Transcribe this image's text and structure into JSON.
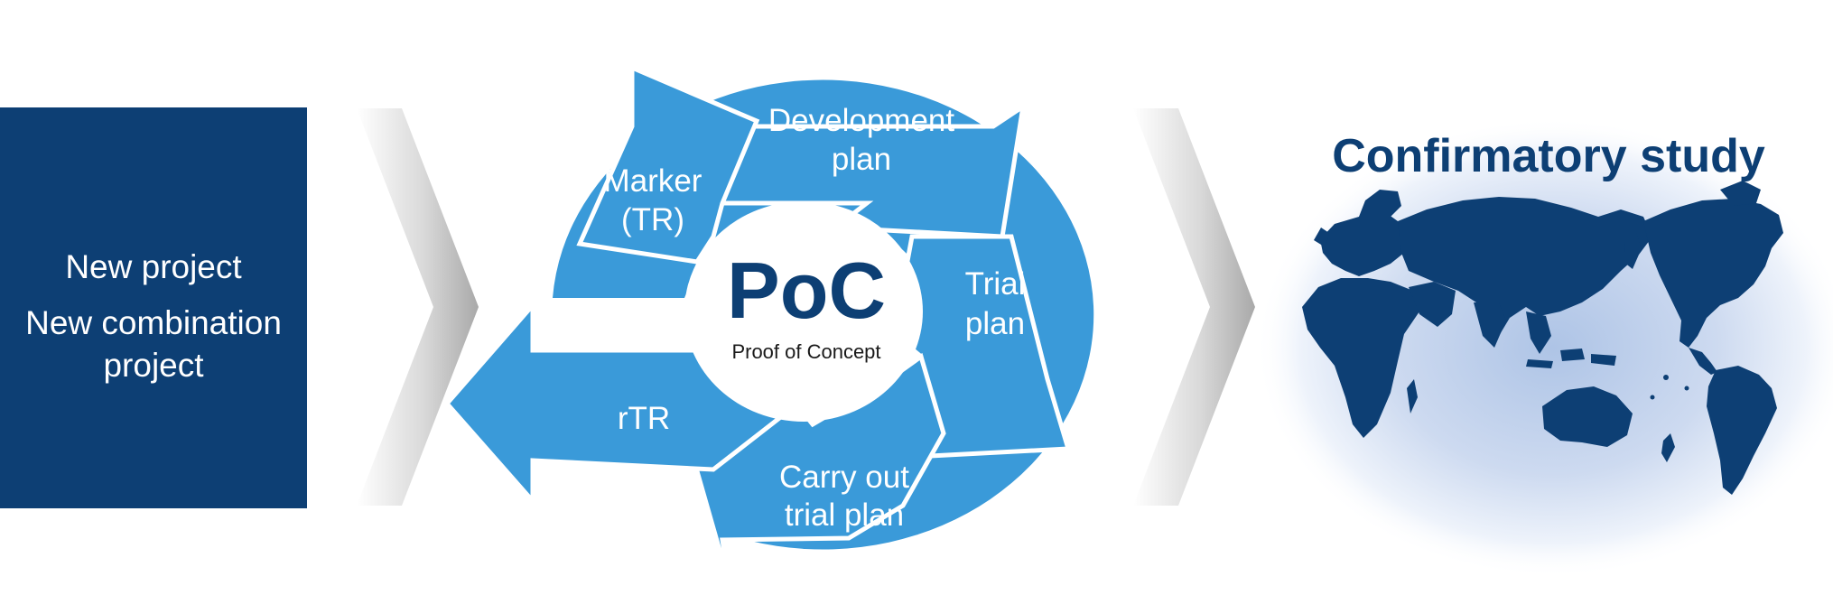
{
  "colors": {
    "navy": "#0d3f74",
    "cycle_blue": "#3a9ad9",
    "chevron_gray": "#b8b8b8",
    "globe_glow": "#b9cdea"
  },
  "source_box": {
    "line1": "New project",
    "line2": "New combination",
    "line3": "project"
  },
  "poc": {
    "title": "PoC",
    "subtitle": "Proof of Concept"
  },
  "cycle": {
    "marker_line1": "Marker",
    "marker_line2": "(TR)",
    "development_line1": "Development",
    "development_line2": "plan",
    "trial_line1": "Trial",
    "trial_line2": "plan",
    "carry_line1": "Carry out",
    "carry_line2": "trial plan",
    "rtr": "rTR"
  },
  "study": {
    "title": "Confirmatory study",
    "map_icon": "world-map-icon"
  }
}
